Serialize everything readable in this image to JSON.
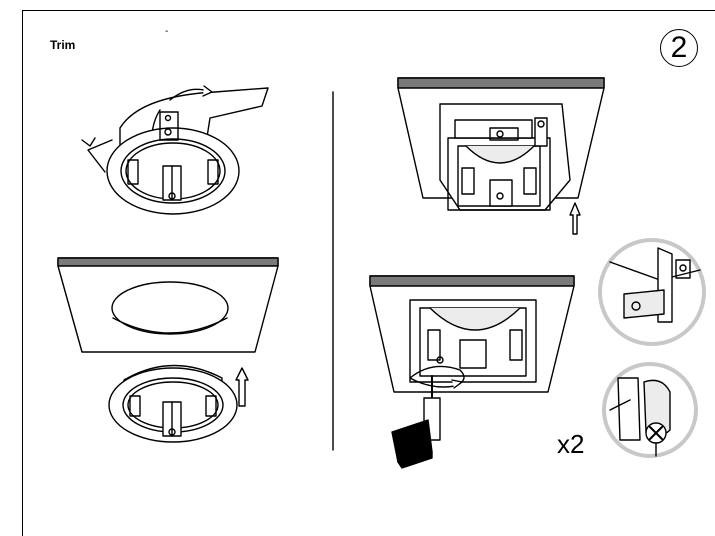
{
  "header": {
    "title": "Trim",
    "tick_mark": "-",
    "step_number": "2"
  },
  "callout": {
    "multiplier": "x2"
  },
  "colors": {
    "line": "#000000",
    "trim_band": "#7a7a7a",
    "detail_fill": "#ececec",
    "background": "#ffffff"
  },
  "icons": [
    "rotate-arrow-icon",
    "up-arrow-icon",
    "screwdriver-icon",
    "screw-icon",
    "clip-detail-icon"
  ]
}
